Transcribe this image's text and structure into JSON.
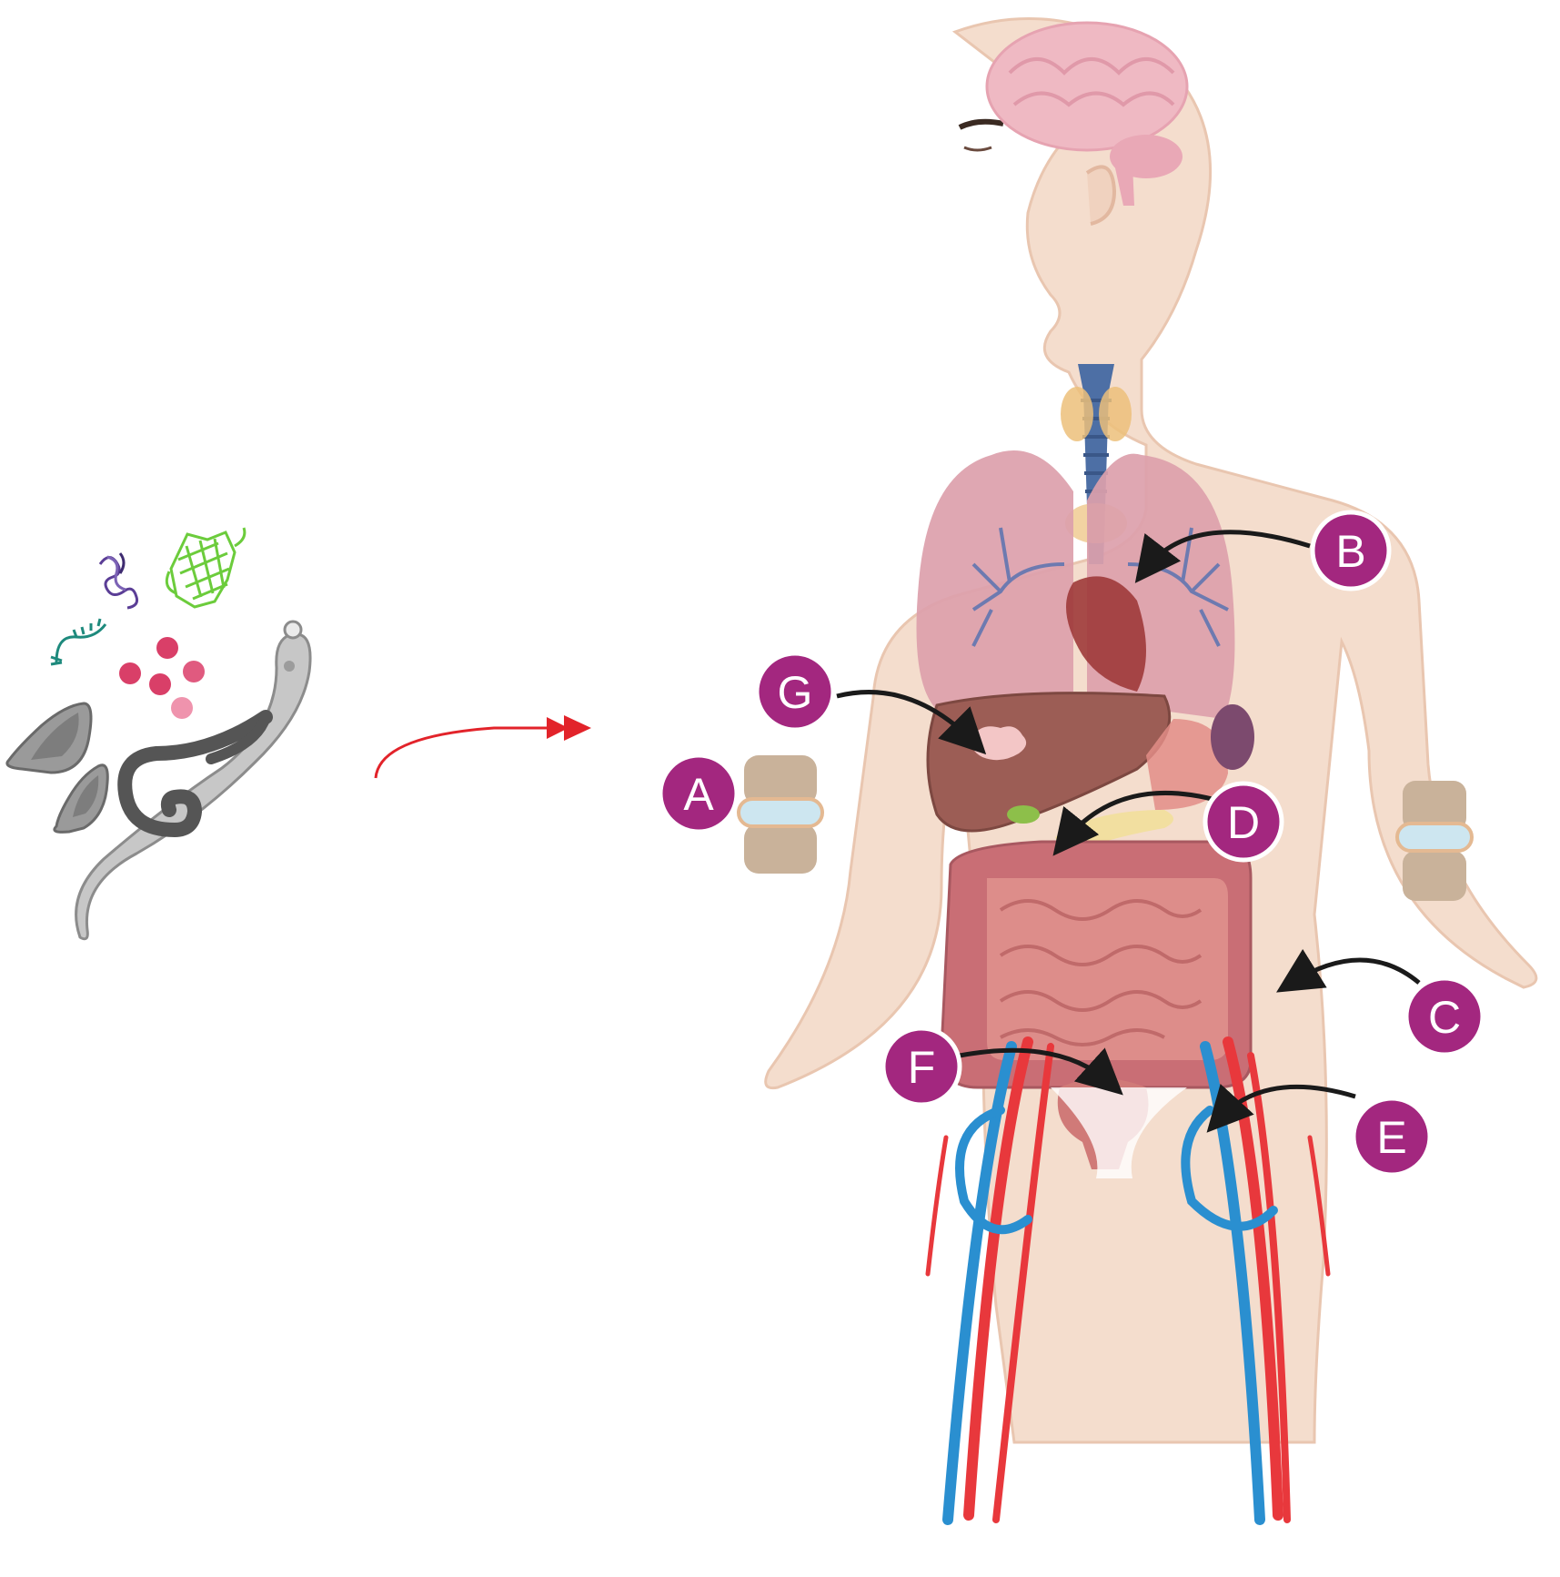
{
  "colors": {
    "skin": "#f4ddcd",
    "skin_edge": "#e9c6b0",
    "brain": "#efb9c3",
    "lung": "#dca0ab",
    "liver": "#9c5d55",
    "intestine": "#dd8d8a",
    "colon": "#c96e75",
    "artery": "#e8383c",
    "vein": "#2a8fd0",
    "trachea": "#4d6fa5",
    "thyroid": "#ecc07a",
    "bladder": "#d07a78",
    "bone": "#c9b29a",
    "cartilage": "#cde6f0",
    "label_fill": "#a3277f",
    "label_stroke": "#ffffff",
    "pointer": "#1a1a1a",
    "infection_arrow": "#e2232a",
    "worm": "#b7b7b7",
    "worm_dark": "#5a5a5a",
    "egg": "#d93f68",
    "egg_light": "#ef93ad"
  },
  "icons": [
    "protein-ribbon-icon",
    "beta-barrel-protein-icon",
    "rna-strand-icon",
    "egg-cluster-icon",
    "larva-icon",
    "adult-worm-icon"
  ],
  "labels": [
    {
      "id": "A",
      "text": "A",
      "site": "joint"
    },
    {
      "id": "B",
      "text": "B",
      "site": "lungs"
    },
    {
      "id": "C",
      "text": "C",
      "site": "intestine"
    },
    {
      "id": "D",
      "text": "D",
      "site": "pancreas"
    },
    {
      "id": "E",
      "text": "E",
      "site": "blood-vessels"
    },
    {
      "id": "F",
      "text": "F",
      "site": "bladder"
    },
    {
      "id": "G",
      "text": "G",
      "site": "liver"
    }
  ]
}
